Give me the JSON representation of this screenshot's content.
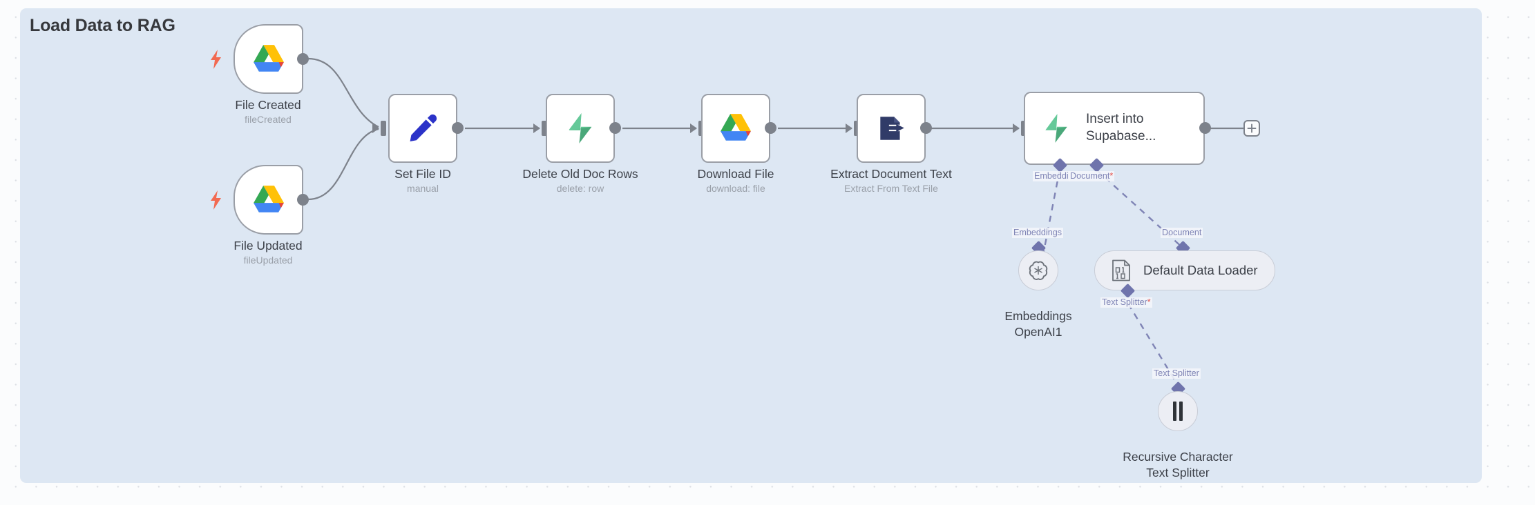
{
  "canvas": {
    "sticky_note_title": "Load Data to RAG",
    "sticky_color": "#dde7f3",
    "background_color": "#fbfcfd",
    "add_node_button": "+"
  },
  "nodes": [
    {
      "id": "file-created",
      "title": "File Created",
      "subtitle": "fileCreated",
      "icon": "google-drive-icon",
      "kind": "trigger",
      "has_trigger_bolt": true,
      "bolt_color": "#f26a51"
    },
    {
      "id": "file-updated",
      "title": "File Updated",
      "subtitle": "fileUpdated",
      "icon": "google-drive-icon",
      "kind": "trigger",
      "has_trigger_bolt": true,
      "bolt_color": "#f26a51"
    },
    {
      "id": "set-file-id",
      "title": "Set File ID",
      "subtitle": "manual",
      "icon": "pencil-icon",
      "kind": "action",
      "icon_color": "#2b32c8"
    },
    {
      "id": "delete-old-doc-rows",
      "title": "Delete Old Doc Rows",
      "subtitle": "delete: row",
      "icon": "supabase-icon",
      "kind": "action",
      "icon_color": "#5ec38f"
    },
    {
      "id": "download-file",
      "title": "Download File",
      "subtitle": "download: file",
      "icon": "google-drive-icon",
      "kind": "action"
    },
    {
      "id": "extract-document-text",
      "title": "Extract Document Text",
      "subtitle": "Extract From Text File",
      "icon": "extract-from-file-icon",
      "kind": "action",
      "icon_color": "#303b68"
    },
    {
      "id": "insert-into-supabase",
      "title": "Insert into\nSupabase...",
      "subtitle": "",
      "icon": "supabase-icon",
      "kind": "action-wide",
      "icon_color": "#5ec38f"
    }
  ],
  "sub_nodes": [
    {
      "id": "embeddings-openai1",
      "title": "Embeddings\nOpenAI1",
      "icon": "openai-icon",
      "shape": "circle",
      "input_label": "Embeddings"
    },
    {
      "id": "default-data-loader",
      "title": "Default Data Loader",
      "icon": "binary-file-icon",
      "shape": "pill",
      "input_label": "Document",
      "output_label": "Text Splitter",
      "output_required": "*"
    },
    {
      "id": "recursive-character-text-splitter",
      "title": "Recursive Character\nText Splitter",
      "icon": "pause-bars-icon",
      "shape": "circle",
      "input_label": "Text Splitter"
    }
  ],
  "port_labels": {
    "embedding": "Embeddi",
    "document": "Document",
    "document_required": "*"
  },
  "colors": {
    "accent_connector": "#6f74ac",
    "wire": "#7d828b",
    "required_marker": "#e4504a"
  }
}
